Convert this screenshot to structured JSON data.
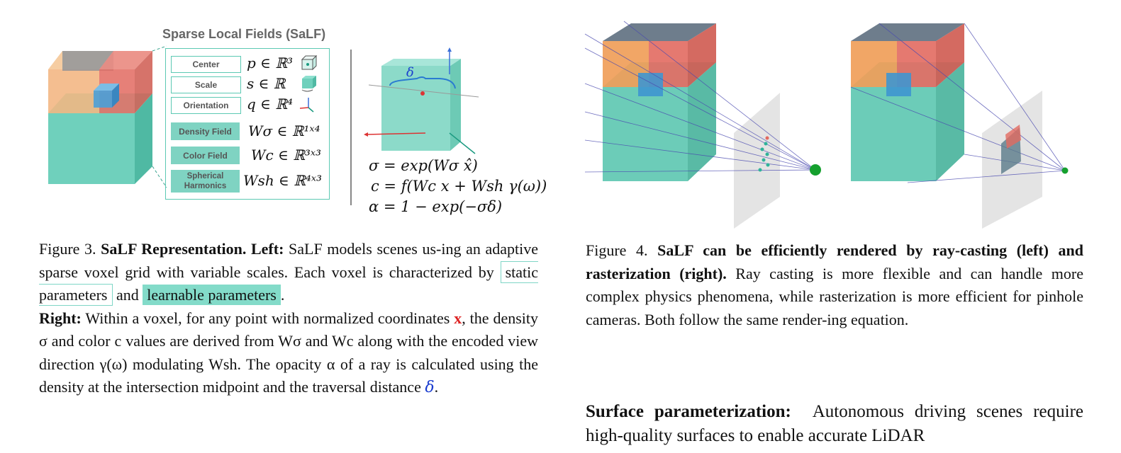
{
  "figure3": {
    "panel_title": "Sparse Local Fields (SaLF)",
    "fields": [
      {
        "label": "Center",
        "math": "p ∈ ℝ³"
      },
      {
        "label": "Scale",
        "math": "s ∈ ℝ"
      },
      {
        "label": "Orientation",
        "math": "q ∈ ℝ⁴"
      },
      {
        "label": "Density Field",
        "math": "Wσ ∈ ℝ¹ˣ⁴"
      },
      {
        "label": "Color Field",
        "math": "Wc ∈ ℝ³ˣ³"
      },
      {
        "label": "Spherical Harmonics",
        "math": "Wsh ∈ ℝ⁴ˣ³"
      }
    ],
    "delta_label": "δ",
    "equations": [
      "σ = exp(Wσ x̂)",
      "c = f(Wc x + Wsh γ(ω))",
      "α = 1 − exp(−σδ)"
    ],
    "caption": {
      "prefix": "Figure 3.",
      "bold1": "SaLF Representation.",
      "bold2": "Left:",
      "text1": " SaLF models scenes us-ing an adaptive sparse voxel grid with variable scales. Each voxel is characterized by ",
      "static": "static parameters",
      "and": " and ",
      "learn": "learnable parameters",
      "end1": ".",
      "bold3": "Right:",
      "text2": " Within a voxel, for any point with normalized coordinates ",
      "x": "x",
      "text3": ", the density σ and color c values are derived from Wσ and Wc along with the encoded view direction γ(ω) modulating Wsh. The opacity α of a ray is calculated using the density at the intersection midpoint and the traversal distance ",
      "delta": "δ",
      "end2": "."
    }
  },
  "figure4": {
    "caption": {
      "prefix": "Figure 4.",
      "bold": "SaLF can be efficiently rendered by ray-casting (left) and rasterization (right).",
      "text": " Ray casting is more flexible and can handle more complex physics phenomena, while rasterization is more efficient for pinhole cameras. Both follow the same render-ing equation."
    }
  },
  "section": {
    "heading": "Surface parameterization:",
    "text": "Autonomous driving scenes require high-quality surfaces to enable accurate LiDAR"
  },
  "colors": {
    "teal": "#5cc7b0",
    "teal_light": "#83dbc9",
    "orange": "#f0a45c",
    "red": "#e26a60",
    "slate": "#5e6f80",
    "blue": "#4aa0d8"
  }
}
